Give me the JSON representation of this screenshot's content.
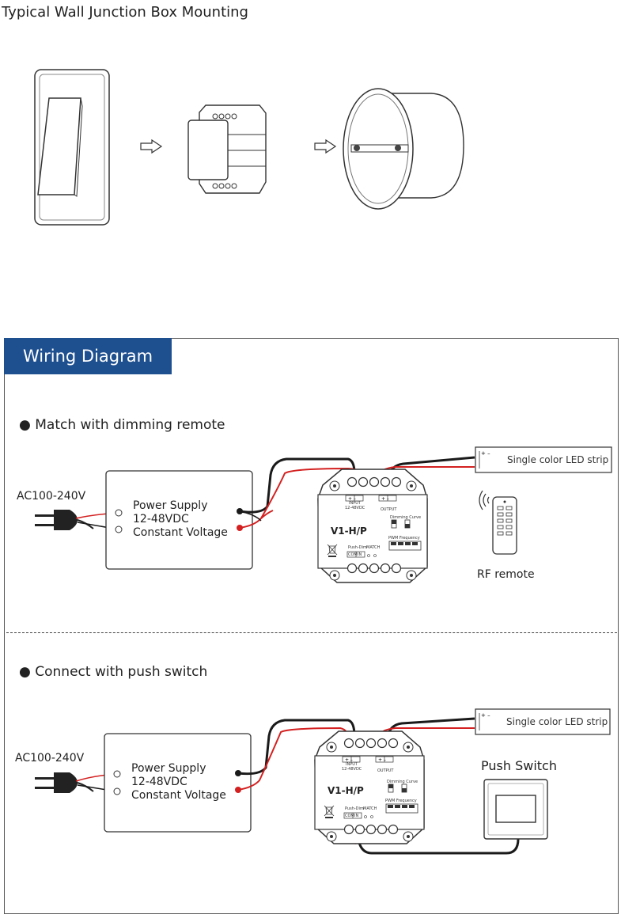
{
  "header": {
    "title": "Typical Wall Junction Box Mounting"
  },
  "wiring": {
    "tab_label": "Wiring Diagram",
    "section1": {
      "bullet": "Match with dimming remote",
      "ac_label": "AC100-240V",
      "ps_line1": "Power Supply",
      "ps_line2": "12-48VDC",
      "ps_line3": "Constant Voltage",
      "module_name": "V1-H/P",
      "input_label": "INPUT",
      "input_voltage": "12-48VDC",
      "output_label": "OUTPUT",
      "dimming_label": "Dimming Curve",
      "pwm_label": "PWM Frequency",
      "pushdim_label": "Push-Dim",
      "match_label": "MATCH",
      "com_label": "COM",
      "in_label": "IN",
      "strip_label": "Single color LED strip",
      "remote_label": "RF remote"
    },
    "section2": {
      "bullet": "Connect with push switch",
      "ac_label": "AC100-240V",
      "ps_line1": "Power Supply",
      "ps_line2": "12-48VDC",
      "ps_line3": "Constant Voltage",
      "module_name": "V1-H/P",
      "input_label": "INPUT",
      "input_voltage": "12-48VDC",
      "output_label": "OUTPUT",
      "dimming_label": "Dimming Curve",
      "pwm_label": "PWM Frequency",
      "pushdim_label": "Push-Dim",
      "match_label": "MATCH",
      "com_label": "COM",
      "in_label": "IN",
      "strip_label": "Single color LED strip",
      "switch_label": "Push Switch"
    }
  },
  "colors": {
    "tab_blue": "#1e4f8f",
    "wire_red": "#d42020",
    "wire_black": "#1a1a1a"
  },
  "icons": [
    "wall-switch-icon",
    "arrow-right-icon",
    "dimmer-module-icon",
    "junction-box-icon",
    "plug-icon",
    "led-strip-icon",
    "remote-icon",
    "wireless-signal-icon",
    "push-switch-icon",
    "weee-bin-icon"
  ]
}
